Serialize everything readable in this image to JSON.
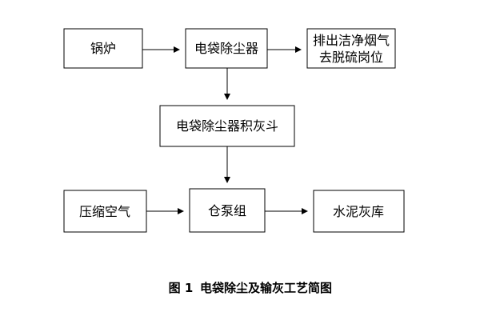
{
  "diagram": {
    "nodes": {
      "boiler": {
        "label": "锅炉"
      },
      "bag_filter": {
        "label": "电袋除尘器"
      },
      "desulfurization": {
        "lines": [
          "排出洁净烟气",
          "去脱硫岗位"
        ]
      },
      "ash_hopper": {
        "label": "电袋除尘器积灰斗"
      },
      "compressed_air": {
        "label": "压缩空气"
      },
      "pump_group": {
        "label": "仓泵组"
      },
      "cement_silo": {
        "label": "水泥灰库"
      }
    },
    "edges": [
      {
        "from": "boiler",
        "to": "bag_filter"
      },
      {
        "from": "bag_filter",
        "to": "desulfurization"
      },
      {
        "from": "bag_filter",
        "to": "ash_hopper"
      },
      {
        "from": "ash_hopper",
        "to": "pump_group"
      },
      {
        "from": "compressed_air",
        "to": "pump_group"
      },
      {
        "from": "pump_group",
        "to": "cement_silo"
      }
    ],
    "caption": {
      "label": "图 1",
      "title": "电袋除尘及输灰工艺简图"
    }
  }
}
